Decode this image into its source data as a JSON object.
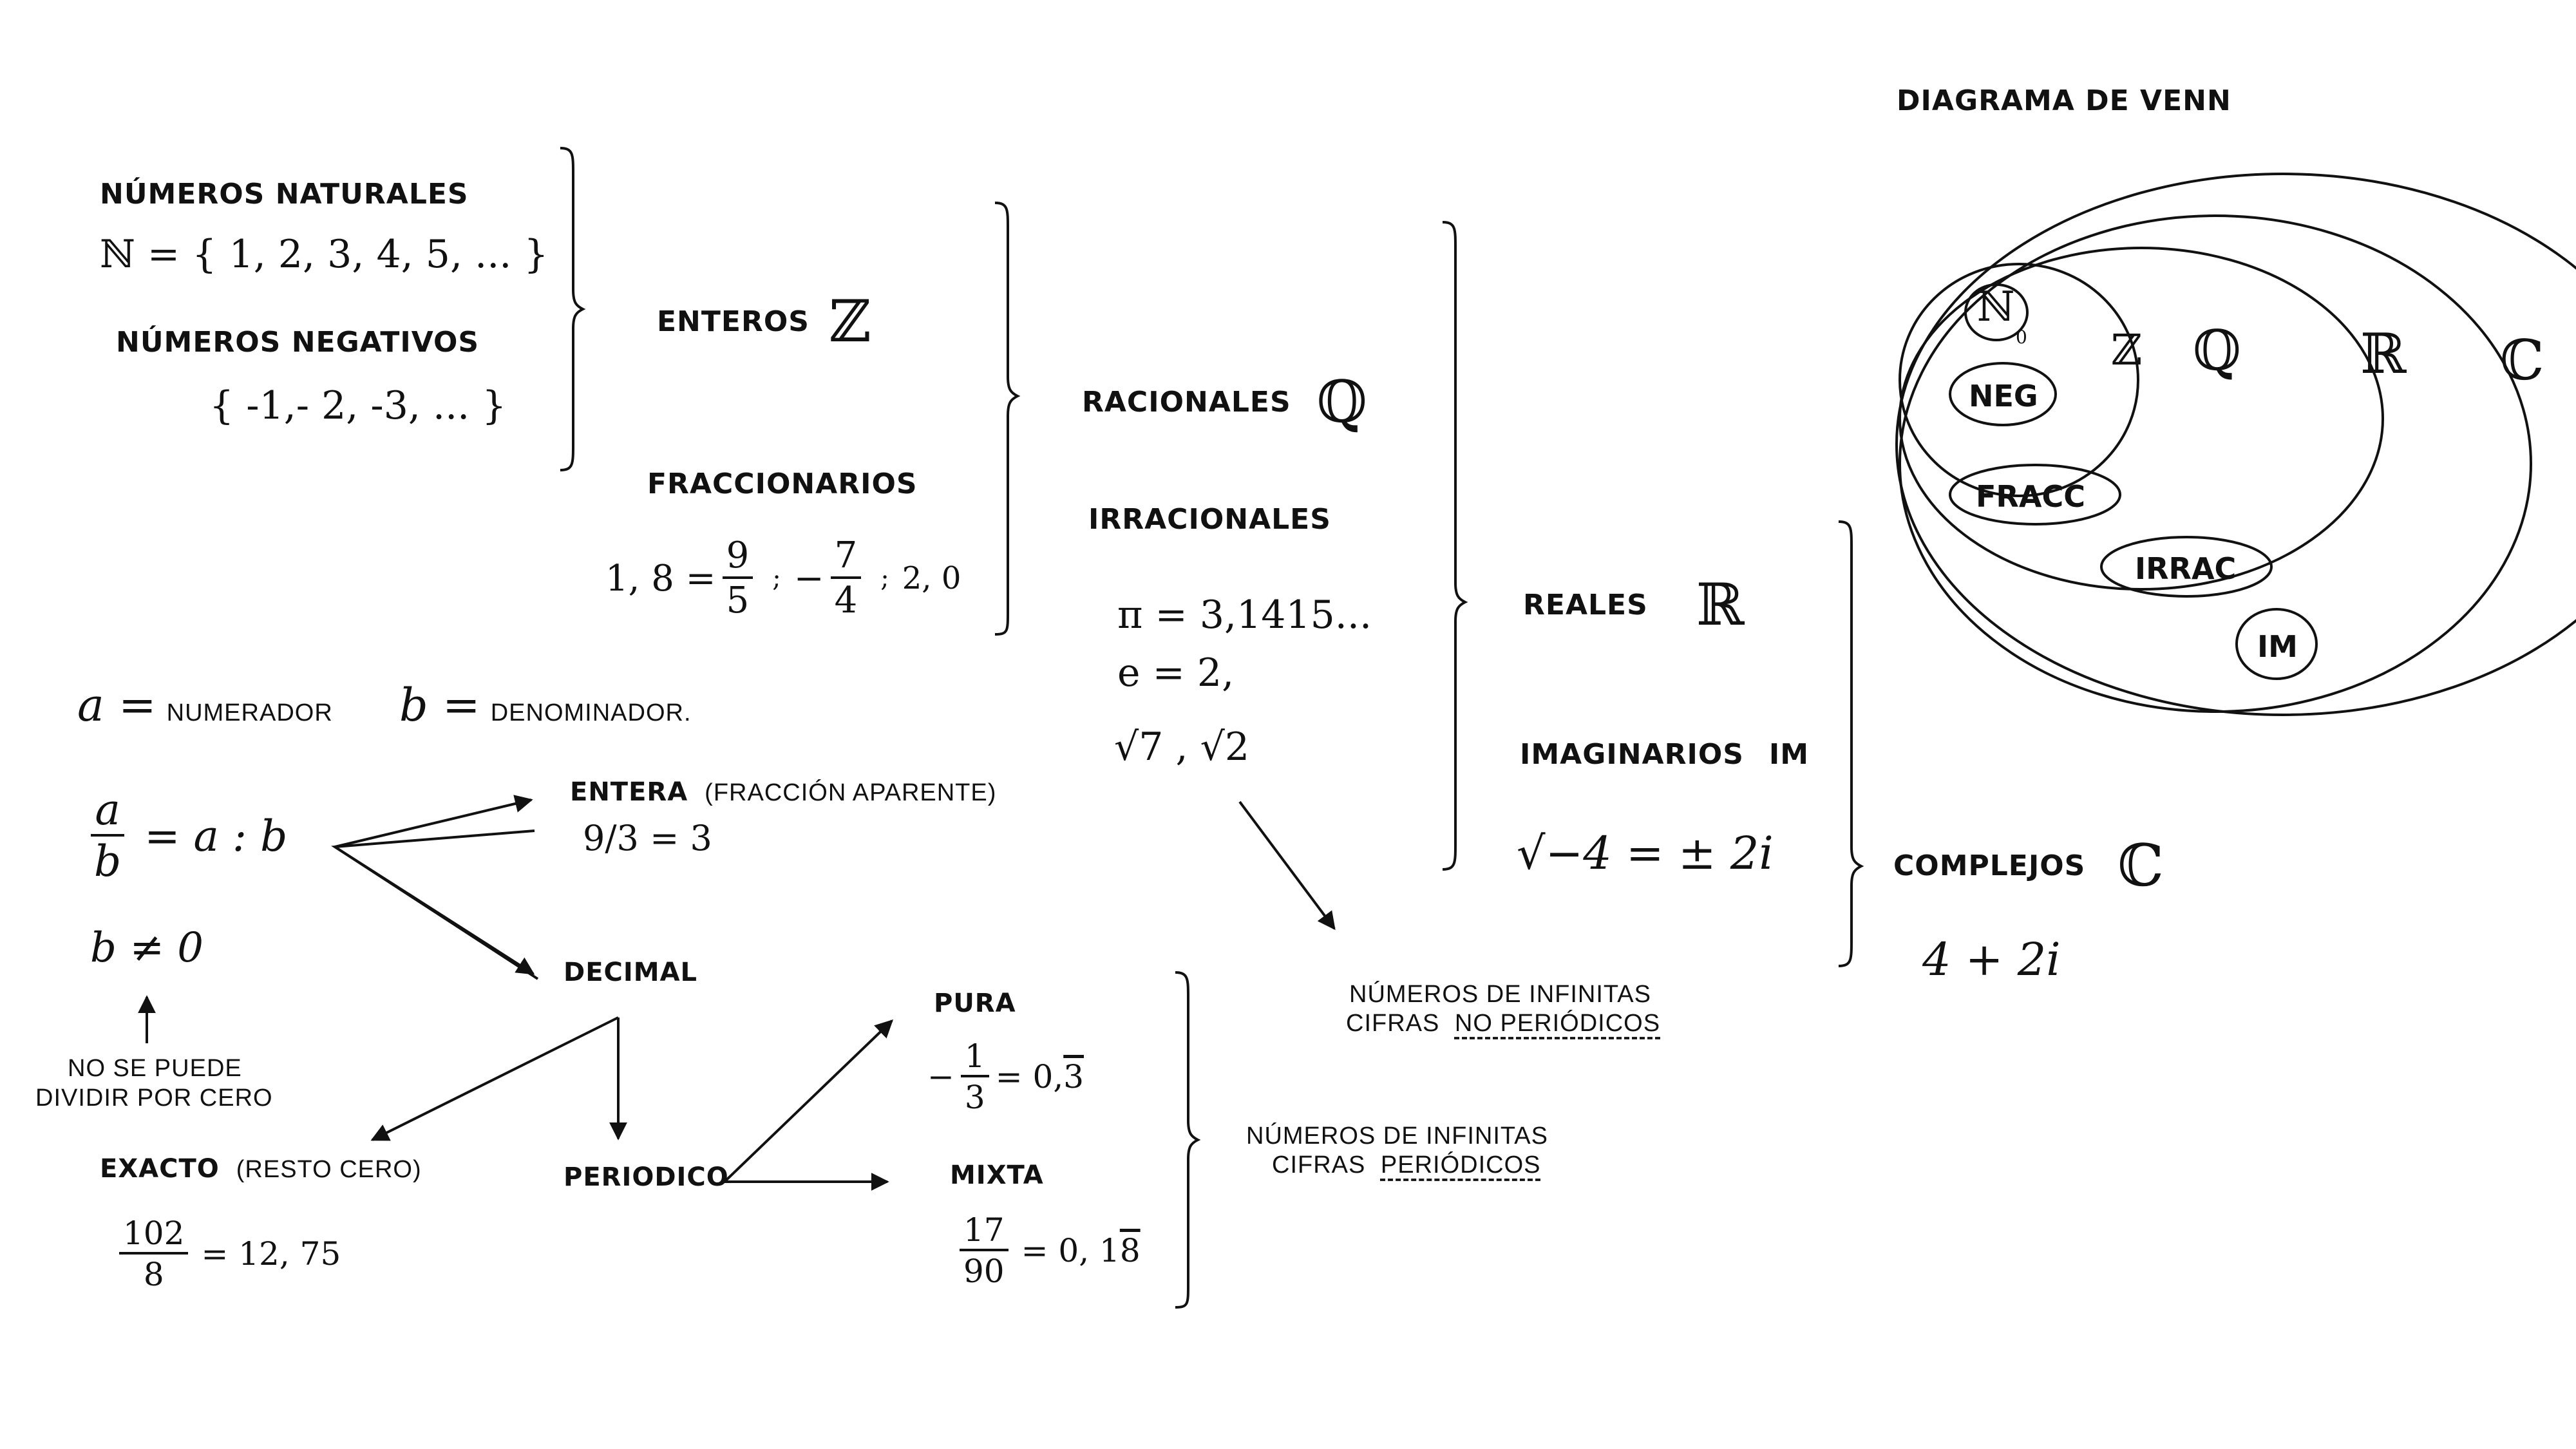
{
  "naturales": {
    "title": "NÚMEROS NATURALES",
    "symbol": "ℕ =",
    "set": "{ 1, 2, 3, 4, 5, ... }"
  },
  "negativos": {
    "title": "NÚMEROS NEGATIVOS",
    "set": "{ -1,- 2, -3, ... }"
  },
  "enteros": {
    "title": "ENTEROS",
    "symbol": "ℤ"
  },
  "fraccionarios": {
    "title": "FRACCIONARIOS",
    "ex1_lhs": "1, 8 =",
    "ex1_num": "9",
    "ex1_den": "5",
    "sep1": ";",
    "ex2_sign": "−",
    "ex2_num": "7",
    "ex2_den": "4",
    "sep2": ";",
    "ex3": "2, 0"
  },
  "racionales": {
    "title": "RACIONALES",
    "symbol": "ℚ"
  },
  "irracionales": {
    "title": "IRRACIONALES",
    "pi": "π = 3,1415...",
    "e": "e = 2,",
    "roots": "√7 , √2"
  },
  "reales": {
    "title": "REALES",
    "symbol": "ℝ"
  },
  "imaginarios": {
    "title": "IMAGINARIOS",
    "abbr": "IM",
    "example": "√−4 = ± 2i"
  },
  "complejos": {
    "title": "COMPLEJOS",
    "symbol": "ℂ",
    "example": "4 + 2i"
  },
  "definitions": {
    "a_symbol": "a =",
    "a_text": "NUMERADOR",
    "b_symbol": "b =",
    "b_text": "DENOMINADOR."
  },
  "division": {
    "num": "a",
    "den": "b",
    "rhs": "= a : b",
    "condition": "b ≠ 0",
    "note_line1": "NO SE PUEDE",
    "note_line2": "DIVIDIR POR CERO"
  },
  "entera": {
    "title": "ENTERA",
    "note": "(FRACCIÓN APARENTE)",
    "example": "9/3 = 3"
  },
  "decimal": {
    "title": "DECIMAL"
  },
  "exacto": {
    "title": "EXACTO",
    "note": "(RESTO CERO)",
    "num": "102",
    "den": "8",
    "rhs": "= 12, 75"
  },
  "periodico": {
    "title": "PERIODICO"
  },
  "pura": {
    "title": "PURA",
    "sign": "−",
    "num": "1",
    "den": "3",
    "rhs_prefix": "= 0,",
    "rhs_rep": "3"
  },
  "mixta": {
    "title": "MIXTA",
    "num": "17",
    "den": "90",
    "rhs_prefix": "= 0, 1",
    "rhs_rep": "8"
  },
  "notes": {
    "no_periodicos_line1": "NÚMEROS DE INFINITAS",
    "no_periodicos_line2_a": "CIFRAS",
    "no_periodicos_line2_b": "NO PERIÓDICOS",
    "periodicos_line1": "NÚMEROS DE INFINITAS",
    "periodicos_line2_a": "CIFRAS",
    "periodicos_line2_b": "PERIÓDICOS"
  },
  "venn": {
    "title": "DIAGRAMA DE VENN",
    "n_symbol": "ℕ",
    "n_sub": "0",
    "neg": "NEG",
    "z_symbol": "ℤ",
    "q_symbol": "ℚ",
    "fracc": "FRACC",
    "irrac": "IRRAC",
    "r_symbol": "ℝ",
    "im": "IM",
    "c_symbol": "ℂ"
  }
}
